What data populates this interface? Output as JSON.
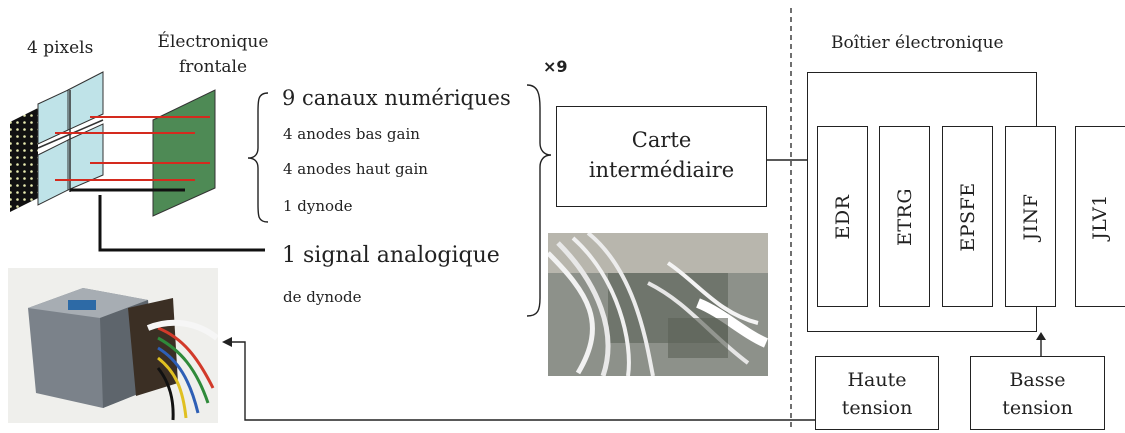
{
  "labels": {
    "pixels": "4 pixels",
    "frontend": "Électronique\nfrontale",
    "digital_channels": "9 canaux numériques",
    "anodes_low": "4 anodes bas gain",
    "anodes_high": "4 anodes haut gain",
    "dynode_1": "1 dynode",
    "analog_signal": "1 signal analogique",
    "of_dynode": "de dynode",
    "times_nine": "×9",
    "intermediate_board": "Carte\nintermédiaire",
    "electronics_box": "Boîtier électronique",
    "high_voltage": "Haute\ntension",
    "low_voltage": "Basse\ntension"
  },
  "modules": [
    "EDR",
    "ETRG",
    "EPSFE",
    "JINF",
    "JLV1"
  ],
  "colors": {
    "fiber_red": "#d42a1e",
    "pcb_green": "#4e8a55",
    "pixel_blue": "#bfe3e8",
    "line": "#222222"
  }
}
